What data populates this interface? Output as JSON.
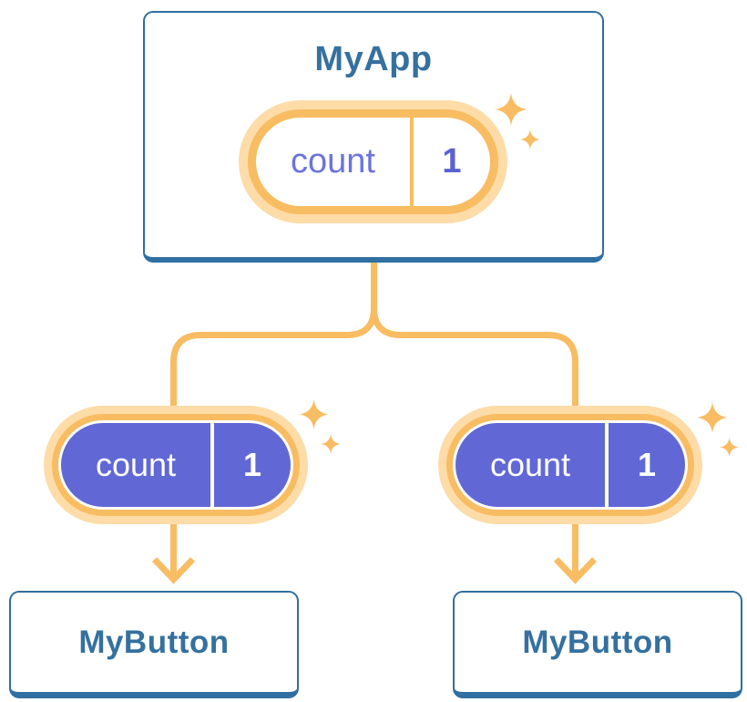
{
  "colors": {
    "card-border": "#2F6FA1",
    "card-text": "#35719F",
    "orange": "#F8BC62",
    "glow": "#FDDCA8",
    "purple": "#6168D6",
    "purple-text": "#6B74DB",
    "purple-bold": "#5A62D3"
  },
  "tree": {
    "root": {
      "title": "MyApp",
      "state": {
        "name": "count",
        "value": "1"
      }
    },
    "children": [
      {
        "title": "MyButton",
        "state": {
          "name": "count",
          "value": "1"
        }
      },
      {
        "title": "MyButton",
        "state": {
          "name": "count",
          "value": "1"
        }
      }
    ]
  }
}
